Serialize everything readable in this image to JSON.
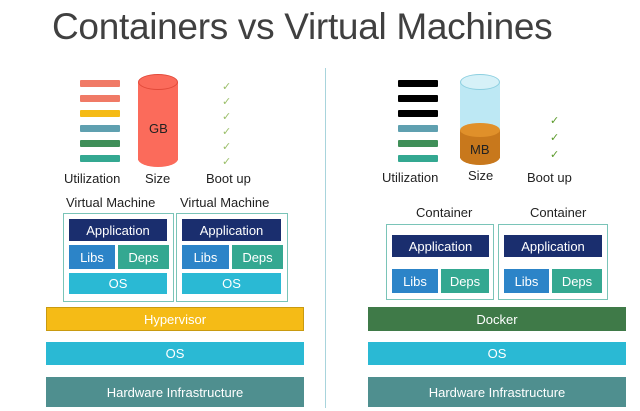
{
  "title": "Containers vs Virtual Machines",
  "colors": {
    "application": "#1a2e6e",
    "libs": "#2c84c8",
    "deps": "#34a891",
    "os": "#2ab9d4",
    "hypervisor": "#f5bb16",
    "docker": "#3f7a48",
    "hardware": "#4f8f8f",
    "vm_size": "#fb6b5b",
    "container_size": "#c8781c",
    "frame": "#7ac4b8"
  },
  "vm_side": {
    "utilization_bar_colors": [
      "#f07a66",
      "#f07a66",
      "#f5bb16",
      "#5fa0b0",
      "#3f8f58",
      "#34a891"
    ],
    "utilization_label": "Utilization",
    "size_value": "GB",
    "size_label": "Size",
    "boot_label": "Boot up",
    "boot_checks": [
      "✓",
      "✓",
      "✓",
      "✓",
      "✓",
      "✓"
    ],
    "boot_filled": 0,
    "box_title_1": "Virtual Machine",
    "box_title_2": "Virtual Machine",
    "app": "Application",
    "libs": "Libs",
    "deps": "Deps",
    "os": "OS",
    "hypervisor": "Hypervisor",
    "host_os": "OS",
    "hardware": "Hardware Infrastructure"
  },
  "container_side": {
    "utilization_bar_colors": [
      "#000000",
      "#000000",
      "#000000",
      "#5fa0b0",
      "#3f8f58",
      "#34a891"
    ],
    "utilization_label": "Utilization",
    "size_value": "MB",
    "size_label": "Size",
    "boot_label": "Boot up",
    "boot_checks": [
      "✓",
      "✓",
      "✓"
    ],
    "boot_filled": 3,
    "box_title_1": "Container",
    "box_title_2": "Container",
    "app": "Application",
    "libs": "Libs",
    "deps": "Deps",
    "docker": "Docker",
    "host_os": "OS",
    "hardware": "Hardware Infrastructure"
  }
}
